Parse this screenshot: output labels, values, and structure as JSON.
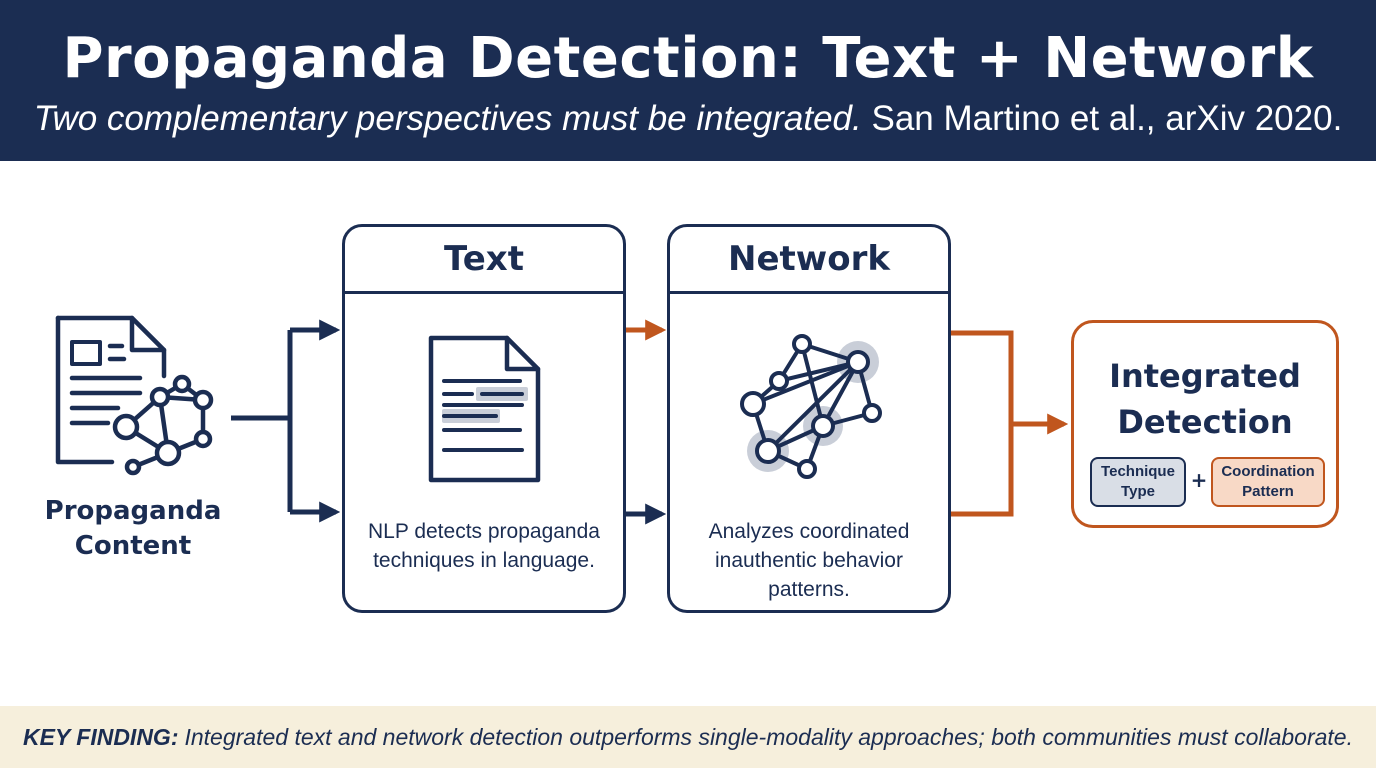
{
  "header": {
    "title": "Propaganda Detection: Text + Network",
    "subtitle_italic": "Two complementary perspectives must be integrated.",
    "subtitle_citation": "San Martino et al., arXiv 2020."
  },
  "input": {
    "label": "Propaganda Content",
    "icon": "document-network-icon"
  },
  "text_box": {
    "title": "Text",
    "description": "NLP detects propaganda techniques in language.",
    "icon": "highlighted-document-icon"
  },
  "network_box": {
    "title": "Network",
    "description": "Analyzes coordinated inauthentic behavior patterns.",
    "icon": "network-graph-icon"
  },
  "output": {
    "title": "Integrated Detection",
    "tag_left": "Technique Type",
    "tag_plus": "+",
    "tag_right": "Coordination Pattern"
  },
  "footer": {
    "key_label": "KEY FINDING:",
    "text": "Integrated text and network detection outperforms single-modality approaches; both communities must collaborate."
  },
  "colors": {
    "navy": "#1b2d52",
    "orange": "#c0561e",
    "footer_bg": "#f6efdc",
    "highlight_gray": "#c9ced8"
  }
}
